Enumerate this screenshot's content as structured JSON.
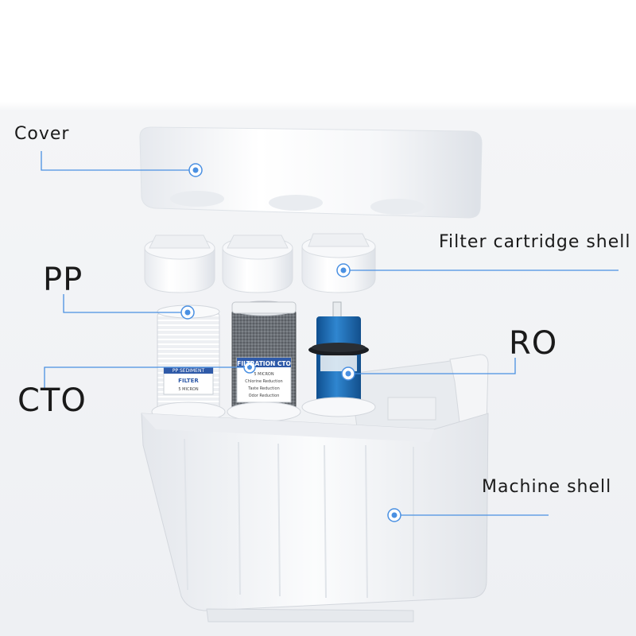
{
  "labels": {
    "cover": "Cover",
    "filter_cartridge_shell": "Filter cartridge shell",
    "pp": "PP",
    "ro": "RO",
    "cto": "CTO",
    "machine_shell": "Machine shell"
  },
  "cartridge_text": {
    "pp_line1": "PP SEDIMENT",
    "pp_line2": "FILTER",
    "pp_line3": "5 MICRON",
    "cto_title": "FILTRATION CTO",
    "cto_line1": "5 MICRON",
    "cto_line2": "Chlorine Reduction",
    "cto_line3": "Taste Reduction",
    "cto_line4": "Odor Reduction"
  },
  "colors": {
    "leader_line": "#4a90e2",
    "marker": "#4a90e2",
    "ro_membrane": "#1e6fb8",
    "pp_label": "#2f5aa8"
  }
}
